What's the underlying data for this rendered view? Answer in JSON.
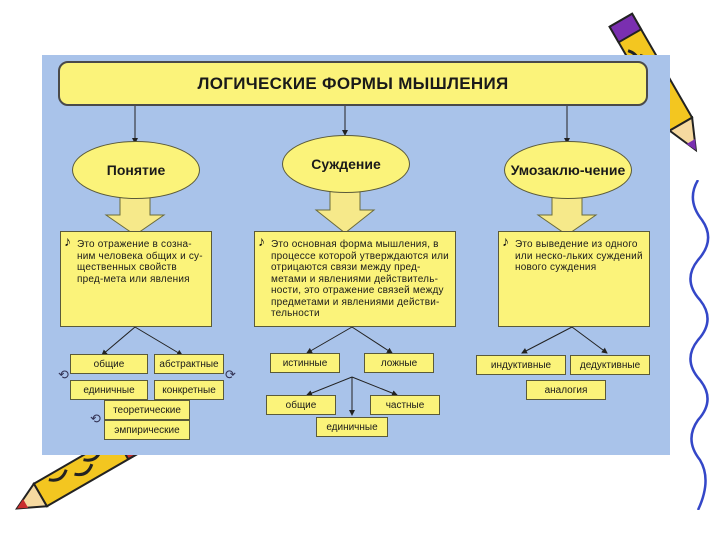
{
  "title": "ЛОГИЧЕСКИЕ ФОРМЫ МЫШЛЕНИЯ",
  "forms": [
    {
      "label": "Понятие",
      "definition": "Это отражение в созна-ним человека общих и су-щественных свойств пред-мета или явления"
    },
    {
      "label": "Суждение",
      "definition": "Это основная форма мышления, в процессе которой утверждаются или отрицаются связи между пред-метами и явлениями действитель-ности, это отражение связей между предметами и явлениями действи-тельности"
    },
    {
      "label": "Умозаклю-чение",
      "definition": "Это выведение из одного или неско-льких суждений нового суждения"
    }
  ],
  "concept_types": [
    "общие",
    "абстрактные",
    "единичные",
    "конкретные",
    "теоретические",
    "эмпирические"
  ],
  "judgment_types": [
    "истинные",
    "ложные",
    "общие",
    "частные",
    "единичные"
  ],
  "inference_types": [
    "индуктивные",
    "дедуктивные",
    "аналогия"
  ],
  "colors": {
    "panel": "#a9c3ea",
    "box_fill": "#fbf37a",
    "arrow_fill": "#f6e98a",
    "pencil_body": "#f3c620",
    "pencil_stripe": "#7a2fb0"
  }
}
